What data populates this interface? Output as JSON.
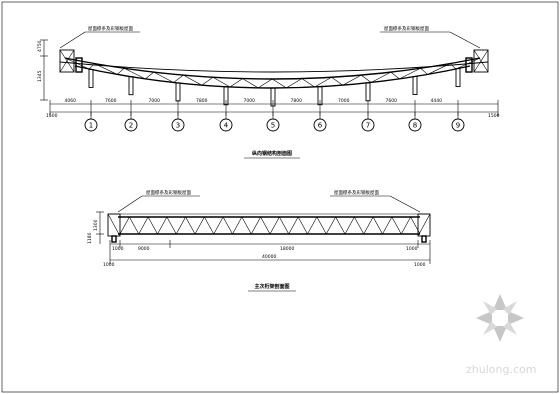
{
  "elevation1": {
    "caption": "纵向钢结构剖面图",
    "note_left": "屋面檩条及彩钢板屋面",
    "note_right": "屋面檩条及彩钢板屋面",
    "height_labels": [
      "4750",
      "1345"
    ],
    "span_dims": [
      "4060",
      "7600",
      "7000",
      "7800",
      "7000",
      "7800",
      "7000",
      "7600",
      "4440"
    ],
    "overall_left": "1500",
    "overall_right": "1500",
    "axes": [
      "1",
      "2",
      "3",
      "4",
      "5",
      "6",
      "7",
      "8",
      "9"
    ]
  },
  "elevation2": {
    "caption": "主次桁架剖面图",
    "note_left": "屋面檩条及彩钢板屋面",
    "note_right": "屋面檩条及彩钢板屋面",
    "height_labels": [
      "1300",
      "1180"
    ],
    "dim_top_left": "1000",
    "dim_mid_1": "9000",
    "dim_mid_2": "18000",
    "dim_top_right": "1000",
    "dim_total": "40000",
    "dim_bottom_left": "1000",
    "dim_bottom_right": "1000"
  },
  "watermark": {
    "text": "zhulong.com"
  }
}
